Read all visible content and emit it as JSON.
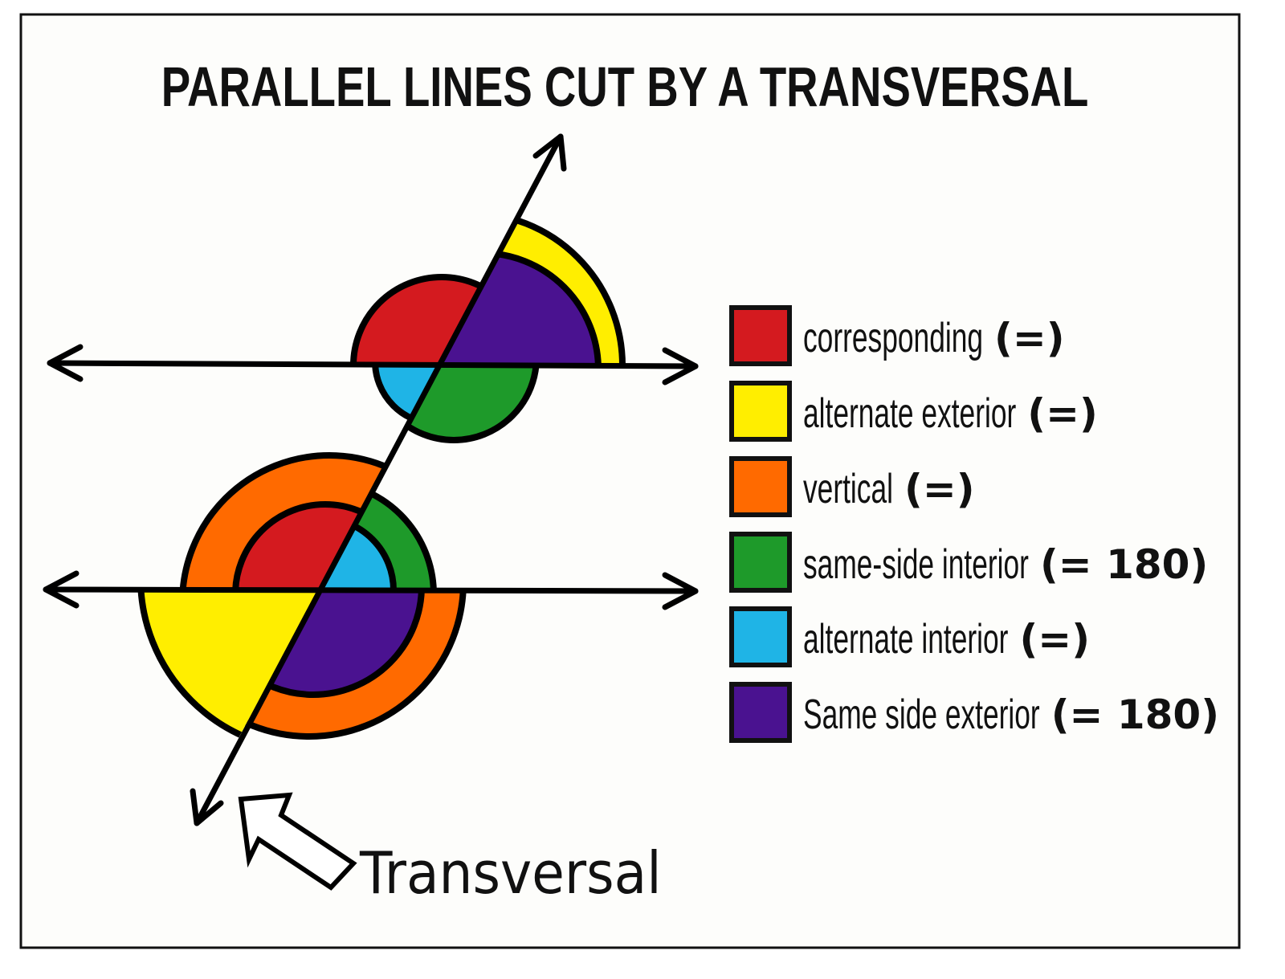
{
  "title": "PARALLEL LINES CUT BY A TRANSVERSAL",
  "transversal_label": "Transversal",
  "colors": {
    "red": "#d41a1f",
    "yellow": "#ffee00",
    "orange": "#ff6a00",
    "green": "#1e9a2a",
    "blue": "#1fb4e6",
    "purple": "#4a1290"
  },
  "legend": [
    {
      "label": "corresponding",
      "rule": "(=)",
      "color": "#d41a1f"
    },
    {
      "label": "alternate exterior",
      "rule": "(=)",
      "color": "#ffee00"
    },
    {
      "label": "vertical",
      "rule": "(=)",
      "color": "#ff6a00"
    },
    {
      "label": "same-side interior",
      "rule": "(= 180)",
      "color": "#1e9a2a"
    },
    {
      "label": "alternate interior",
      "rule": "(=)",
      "color": "#1fb4e6"
    },
    {
      "label": "Same side exterior",
      "rule": "(= 180)",
      "color": "#4a1290"
    }
  ]
}
